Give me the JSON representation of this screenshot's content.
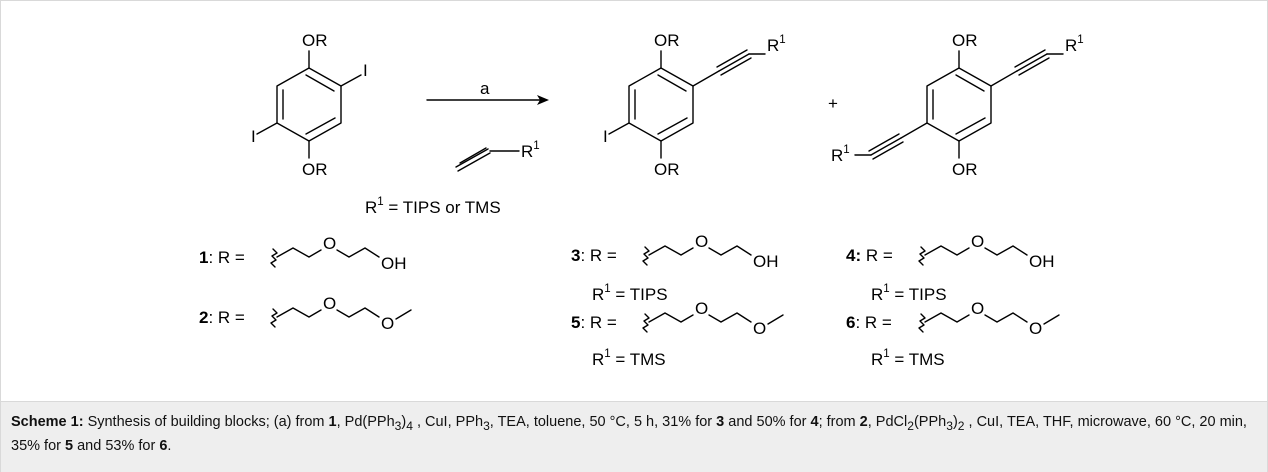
{
  "atoms": {
    "or": "OR",
    "i": "I",
    "r": "R",
    "sup1": "1"
  },
  "reaction": {
    "reagent_label": "a",
    "plus": "+",
    "r1_def_prefix": "R",
    "r1_def_sup": "1",
    "r1_def_suffix": " = TIPS or TMS"
  },
  "compounds": {
    "c1": {
      "num": "1",
      "r_prefix": ": R = ",
      "o": "O",
      "end": "OH"
    },
    "c2": {
      "num": "2",
      "r_prefix": ": R = ",
      "o": "O",
      "end": "O"
    },
    "c3": {
      "num": "3",
      "r_prefix": ": R = ",
      "o": "O",
      "end": "OH",
      "r1_prefix": "R",
      "r1_sup": "1",
      "r1_value": " = TIPS"
    },
    "c4": {
      "num": "4:",
      "r_prefix": " R = ",
      "o": "O",
      "end": "OH",
      "r1_prefix": "R",
      "r1_sup": "1",
      "r1_value": " = TIPS"
    },
    "c5": {
      "num": "5",
      "r_prefix": ": R = ",
      "o": "O",
      "end": "O",
      "r1_prefix": "R",
      "r1_sup": "1",
      "r1_value": " = TMS"
    },
    "c6": {
      "num": "6",
      "r_prefix": ": R = ",
      "o": "O",
      "end": "O",
      "r1_prefix": "R",
      "r1_sup": "1",
      "r1_value": " = TMS"
    }
  },
  "caption": {
    "title": "Scheme 1:",
    "p1": " Synthesis of building blocks; (a) from ",
    "n1": "1",
    "p2": ", Pd(PPh",
    "s3a": "3",
    "p3": ")",
    "s4": "4",
    "p4": " , CuI, PPh",
    "s3b": "3",
    "p5": ", TEA, toluene, 50 °C, 5 h, 31% for ",
    "n3": "3",
    "p6": " and 50% for ",
    "n4": "4",
    "p7": "; from ",
    "n2": "2",
    "p8": ", PdCl",
    "s2a": "2",
    "p9": "(PPh",
    "s3c": "3",
    "p10": ")",
    "s2b": "2",
    "p11": " , CuI, TEA, THF, microwave, 60 °C, 20 min, 35% for ",
    "n5": "5",
    "p12": " and 53% for ",
    "n6": "6",
    "p13": "."
  }
}
